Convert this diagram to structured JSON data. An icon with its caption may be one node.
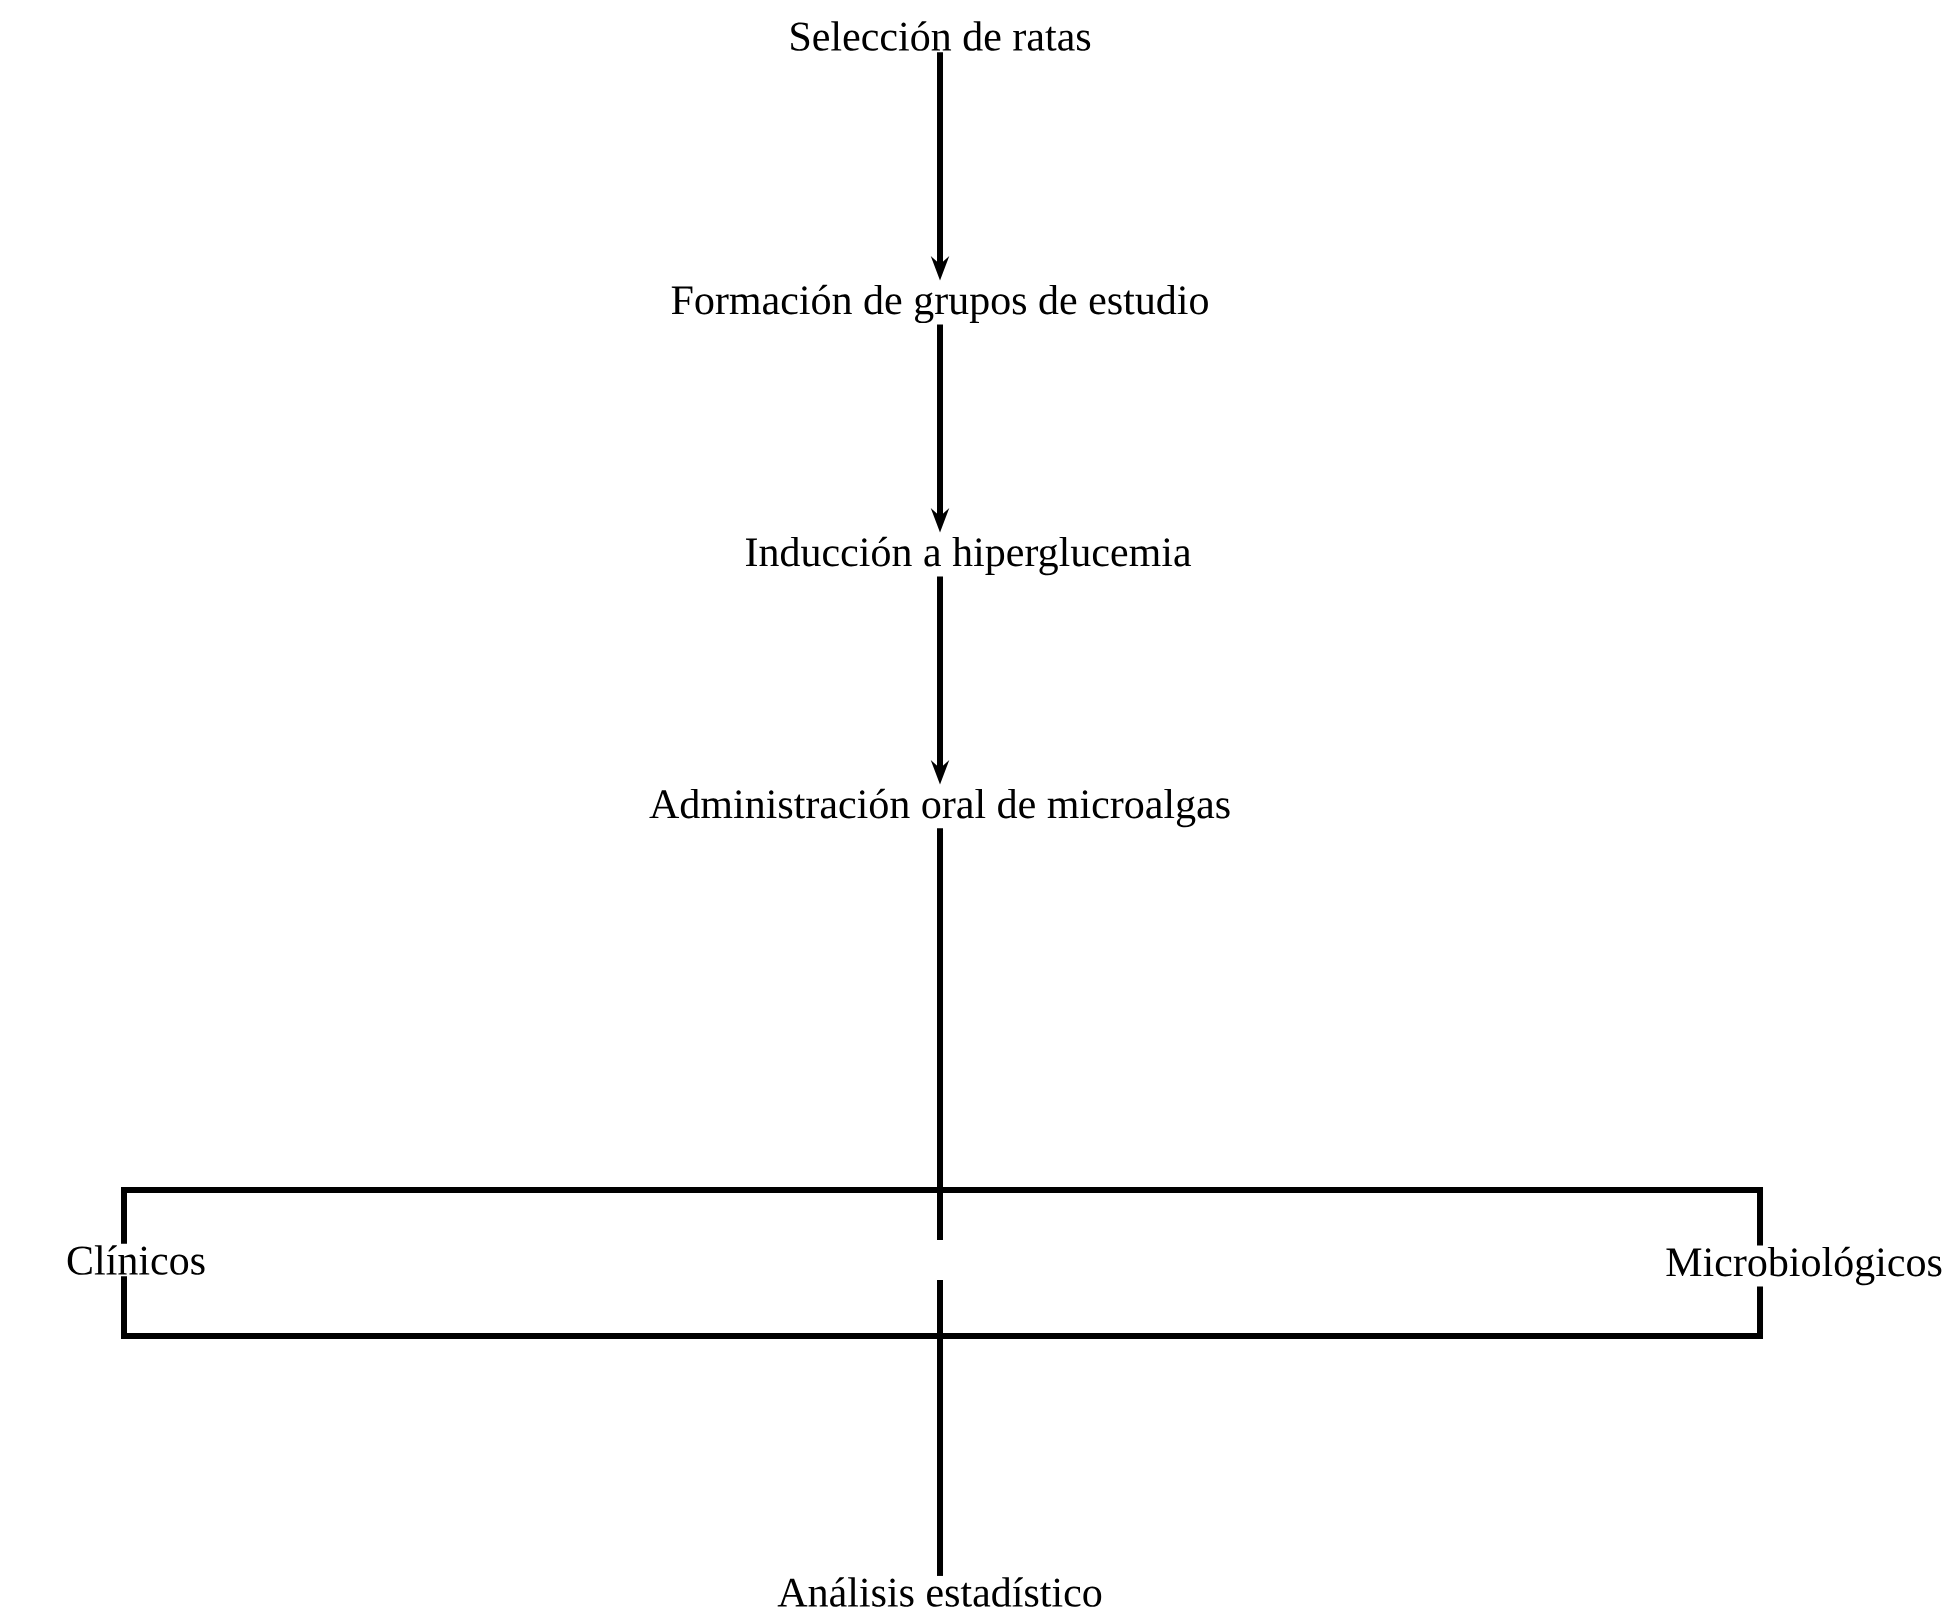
{
  "diagram": {
    "nodes": [
      {
        "text": [
          "Selección de ratas"
        ]
      },
      {
        "text": [
          "Formación de grupos de estudio"
        ]
      },
      {
        "text": [
          "Inducción a hiperglucemia"
        ]
      },
      {
        "text": [
          "Administración oral de microalgas"
        ]
      },
      {
        "text": [
          "Clínicos"
        ]
      },
      {
        "text": [
          "Microbiológicos"
        ]
      },
      {
        "text": [
          "Análisis estadístico"
        ]
      }
    ],
    "edges": [
      {
        "from": 0,
        "to": 1,
        "arrow": "to"
      },
      {
        "from": 1,
        "to": 2,
        "arrow": "to"
      },
      {
        "from": 2,
        "to": 3,
        "arrow": "to"
      },
      {
        "from": 3,
        "to": 4,
        "arrow": "none"
      },
      {
        "from": 3,
        "to": 5,
        "arrow": "none"
      },
      {
        "from": 4,
        "to": 6,
        "arrow": "none"
      },
      {
        "from": 5,
        "to": 6,
        "arrow": "none"
      }
    ]
  }
}
